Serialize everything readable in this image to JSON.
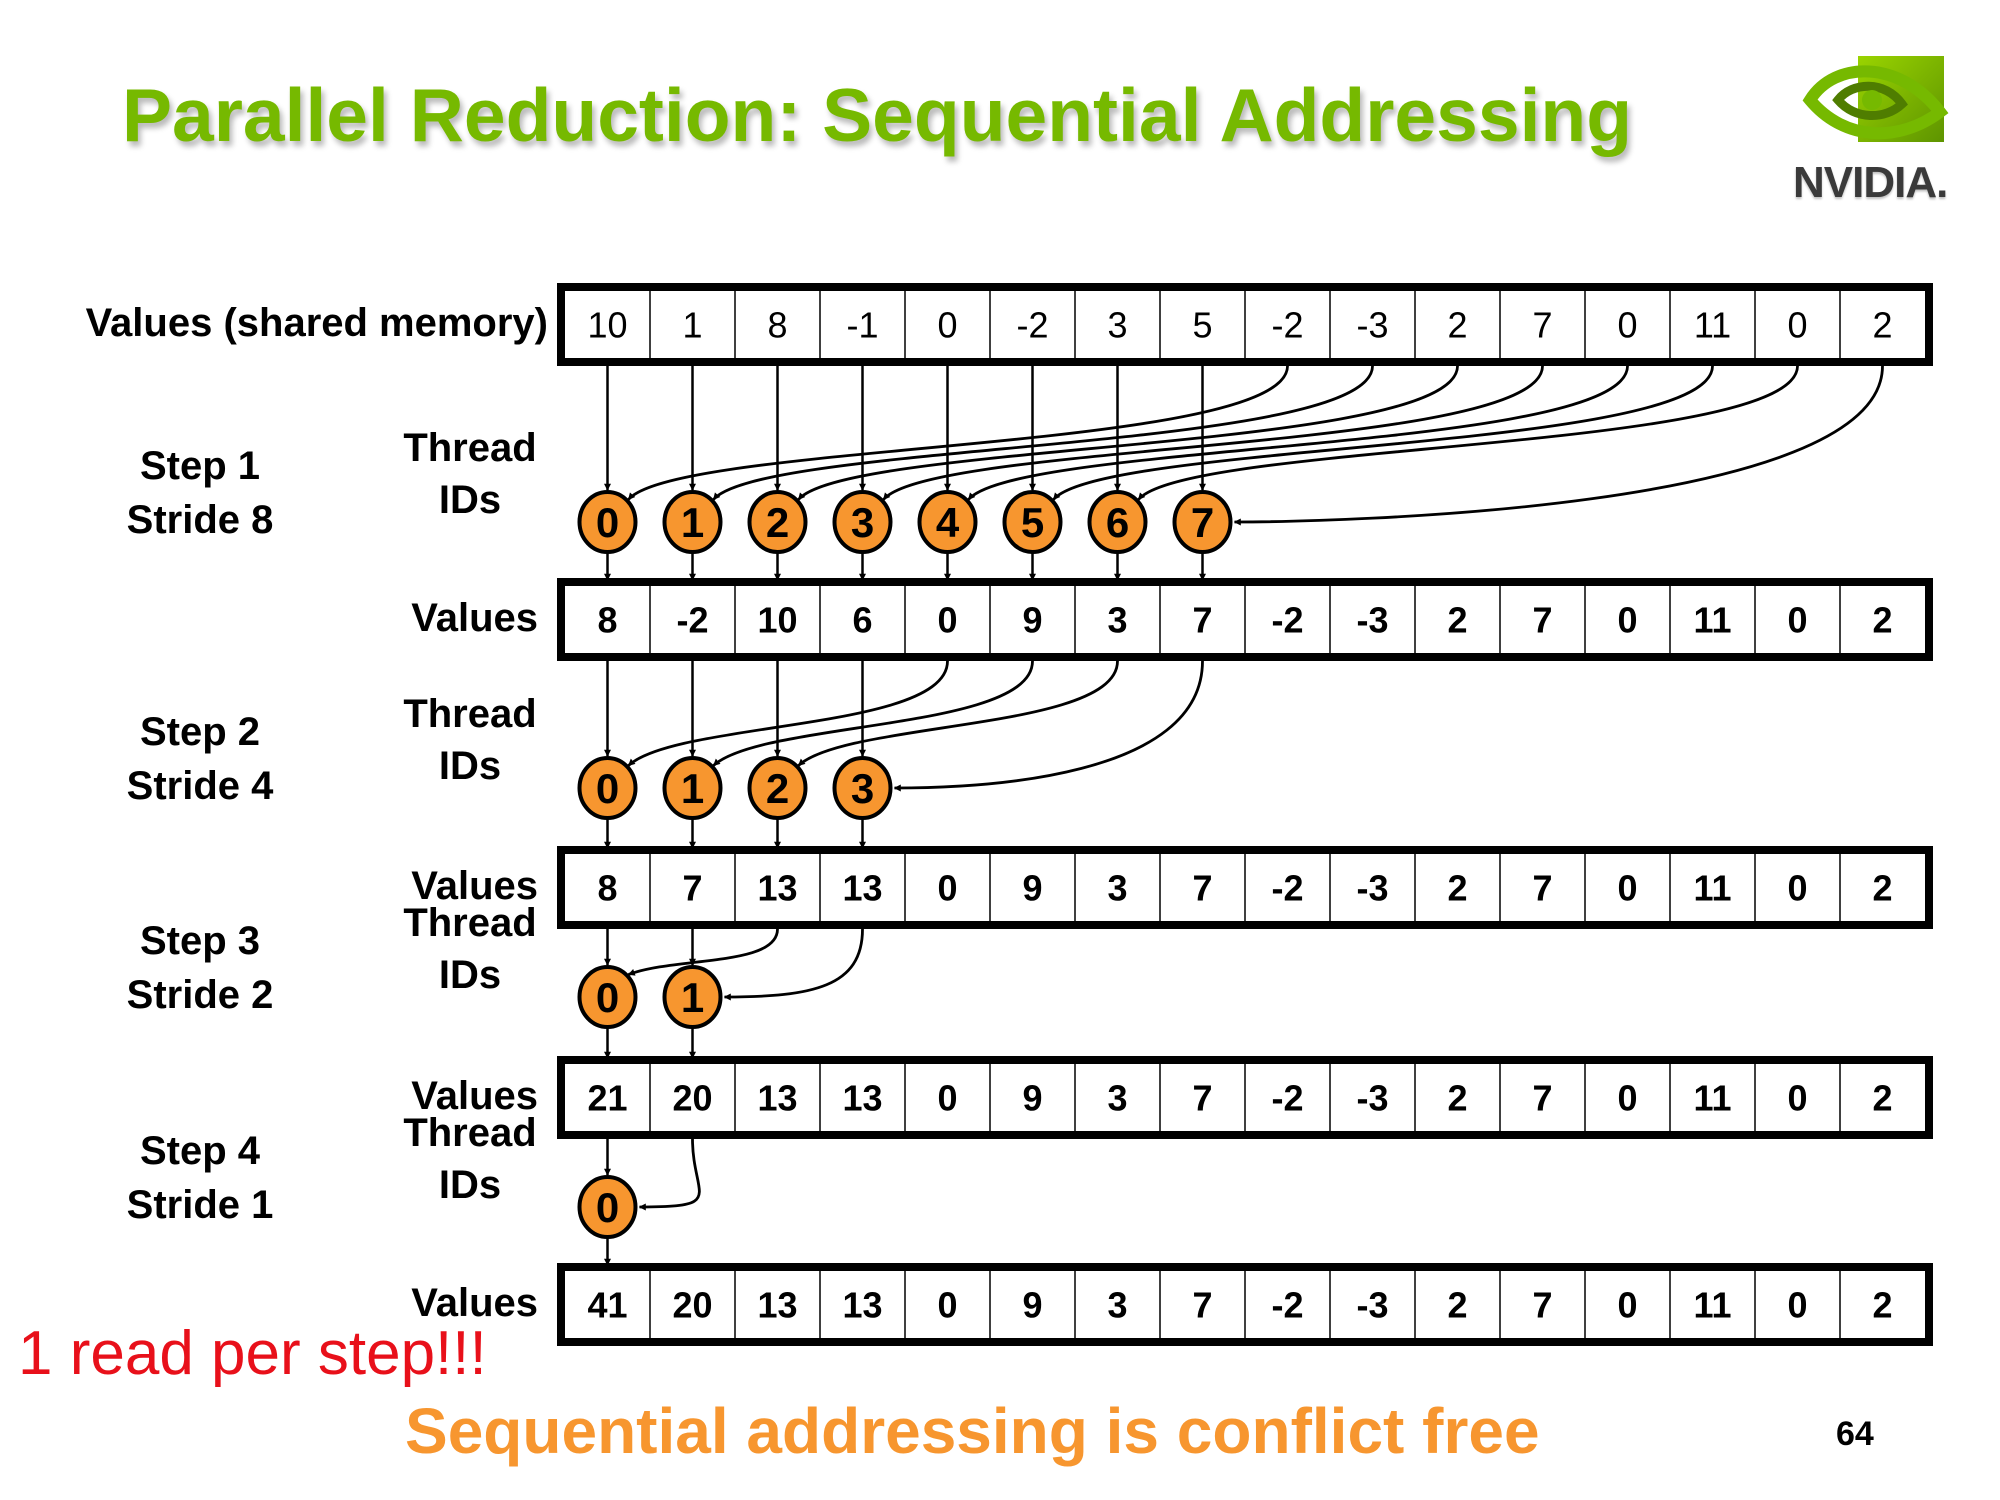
{
  "slide": {
    "title": "Parallel Reduction: Sequential Addressing",
    "logo_text": "NVIDIA.",
    "page_number": "64",
    "note": "1 read per step!!!",
    "footer": "Sequential addressing is conflict free"
  },
  "colors": {
    "title": "#76B900",
    "thread_fill": "#F7962F",
    "note": "#E8101A",
    "footer": "#F7962F"
  },
  "labels": {
    "initial_row": "Values (shared memory)",
    "values": "Values",
    "thread_ids_line1": "Thread",
    "thread_ids_line2": "IDs"
  },
  "initial_values": [
    10,
    1,
    8,
    -1,
    0,
    -2,
    3,
    5,
    -2,
    -3,
    2,
    7,
    0,
    11,
    0,
    2
  ],
  "steps": [
    {
      "step_label": "Step 1",
      "stride_label": "Stride 8",
      "stride": 8,
      "thread_ids": [
        0,
        1,
        2,
        3,
        4,
        5,
        6,
        7
      ],
      "values": [
        8,
        -2,
        10,
        6,
        0,
        9,
        3,
        7,
        -2,
        -3,
        2,
        7,
        0,
        11,
        0,
        2
      ]
    },
    {
      "step_label": "Step 2",
      "stride_label": "Stride 4",
      "stride": 4,
      "thread_ids": [
        0,
        1,
        2,
        3
      ],
      "values": [
        8,
        7,
        13,
        13,
        0,
        9,
        3,
        7,
        -2,
        -3,
        2,
        7,
        0,
        11,
        0,
        2
      ]
    },
    {
      "step_label": "Step 3",
      "stride_label": "Stride 2",
      "stride": 2,
      "thread_ids": [
        0,
        1
      ],
      "values": [
        21,
        20,
        13,
        13,
        0,
        9,
        3,
        7,
        -2,
        -3,
        2,
        7,
        0,
        11,
        0,
        2
      ]
    },
    {
      "step_label": "Step 4",
      "stride_label": "Stride 1",
      "stride": 1,
      "thread_ids": [
        0
      ],
      "values": [
        41,
        20,
        13,
        13,
        0,
        9,
        3,
        7,
        -2,
        -3,
        2,
        7,
        0,
        11,
        0,
        2
      ]
    }
  ]
}
